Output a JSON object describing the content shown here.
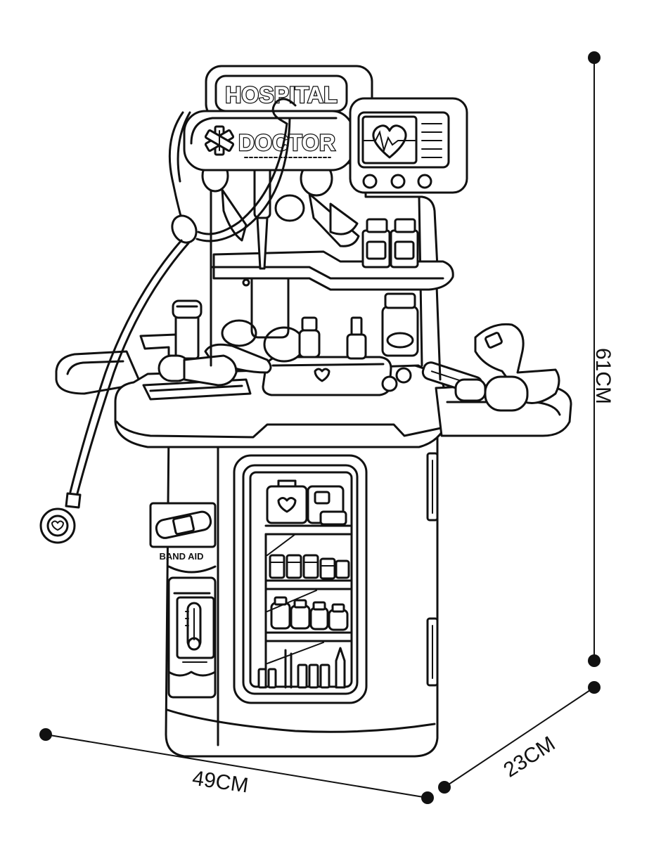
{
  "signs": {
    "hospital": "HOSPITAL",
    "doctor": "DOCTOR",
    "band_aid": "BAND AID"
  },
  "dimensions": {
    "width": "49CM",
    "height": "61CM",
    "depth": "23CM"
  }
}
